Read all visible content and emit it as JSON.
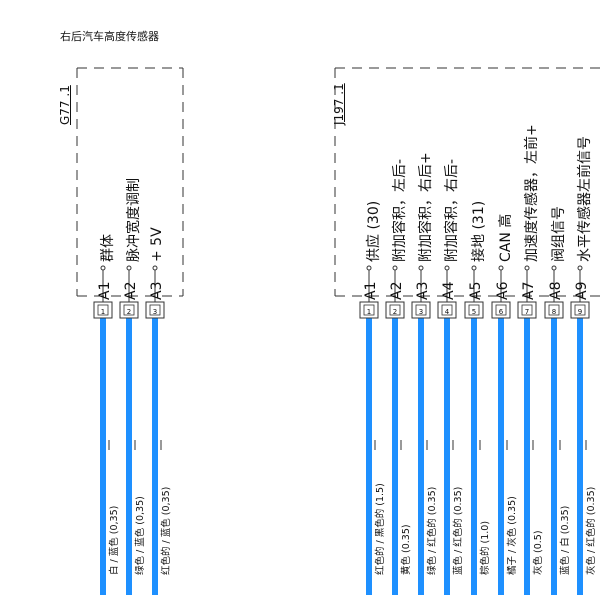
{
  "title": "右后汽车高度传感器",
  "components": [
    {
      "label": "G77 .1",
      "pins": [
        {
          "pin": "1",
          "id": "A1",
          "function": "群体",
          "wire": "白 / 蓝色 (0,35)"
        },
        {
          "pin": "2",
          "id": "A2",
          "function": "脉冲宽度调制",
          "wire": "绿色 / 蓝色 (0,35)"
        },
        {
          "pin": "3",
          "id": "A3",
          "function": "+ 5V",
          "wire": "红色的 / 蓝色 (0,35)"
        }
      ]
    },
    {
      "label": "J197 .1",
      "pins": [
        {
          "pin": "1",
          "id": "A1",
          "function": "供应 (30)",
          "wire": "红色的 / 黑色的 (1.5)"
        },
        {
          "pin": "2",
          "id": "A2",
          "function": "附加容积，左后-",
          "wire": "黄色 (0.35)"
        },
        {
          "pin": "3",
          "id": "A3",
          "function": "附加容积，右后+",
          "wire": "绿色 / 红色的 (0.35)"
        },
        {
          "pin": "4",
          "id": "A4",
          "function": "附加容积，右后-",
          "wire": "蓝色 / 红色的 (0.35)"
        },
        {
          "pin": "5",
          "id": "A5",
          "function": "接地 (31)",
          "wire": "棕色的 (1.0)"
        },
        {
          "pin": "6",
          "id": "A6",
          "function": "CAN 高",
          "wire": "橘子 / 灰色 (0.35)"
        },
        {
          "pin": "7",
          "id": "A7",
          "function": "加速度传感器，左前+",
          "wire": "灰色 (0.5)"
        },
        {
          "pin": "8",
          "id": "A8",
          "function": "阀组信号",
          "wire": "蓝色 / 白 (0.35)"
        },
        {
          "pin": "9",
          "id": "A9",
          "function": "水平传感器左前信号",
          "wire": "灰色 / 红色的 (0.35)"
        }
      ]
    }
  ],
  "colors": {
    "wire": "#1e90ff",
    "line": "#333333",
    "background": "#ffffff"
  }
}
